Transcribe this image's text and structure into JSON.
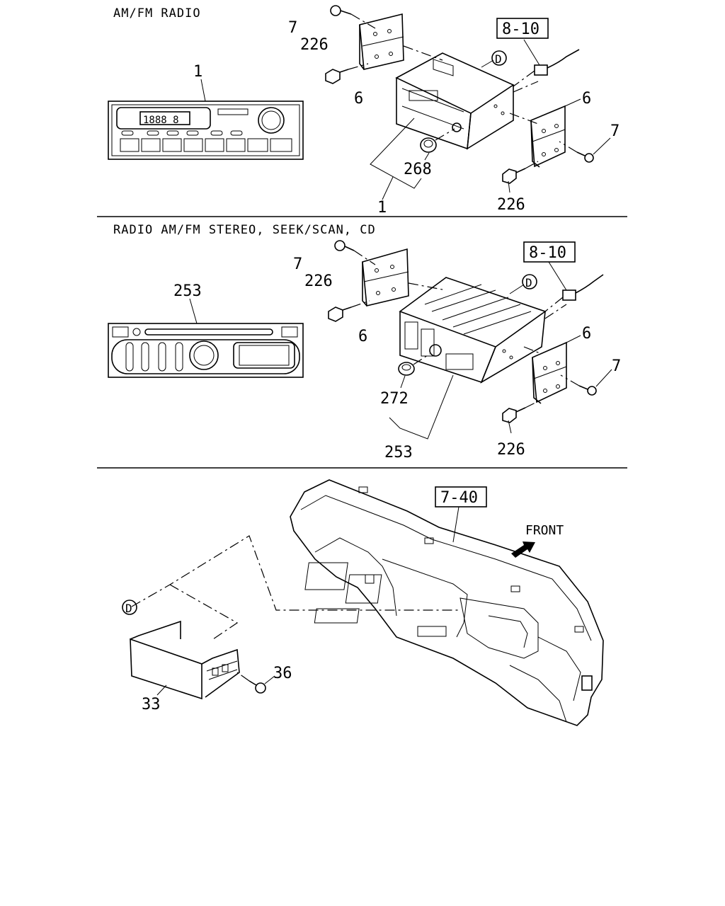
{
  "sections": [
    {
      "title": "AM/FM RADIO"
    },
    {
      "title": "RADIO AM/FM STEREO, SEEK/SCAN, CD"
    }
  ],
  "radio_display": "1888 8",
  "callouts": {
    "s1_front_radio": "1",
    "s1_screw_top": "7",
    "s1_bolt_top": "226",
    "s1_bracket_left": "6",
    "s1_bracket_right": "6",
    "s1_screw_right": "7",
    "s1_knob": "268",
    "s1_bolt_bottom": "226",
    "s1_unit": "1",
    "s1_ref_box": "8-10",
    "s1_circle_d": "D",
    "s2_front_radio": "253",
    "s2_screw_top": "7",
    "s2_bolt_top": "226",
    "s2_bracket_left": "6",
    "s2_bracket_right": "6",
    "s2_screw_right": "7",
    "s2_knob": "272",
    "s2_bolt_bottom": "226",
    "s2_unit": "253",
    "s2_ref_box": "8-10",
    "s2_circle_d": "D",
    "s3_ref_box": "7-40",
    "s3_front": "FRONT",
    "s3_circle_d": "D",
    "s3_pocket": "33",
    "s3_screw": "36"
  }
}
